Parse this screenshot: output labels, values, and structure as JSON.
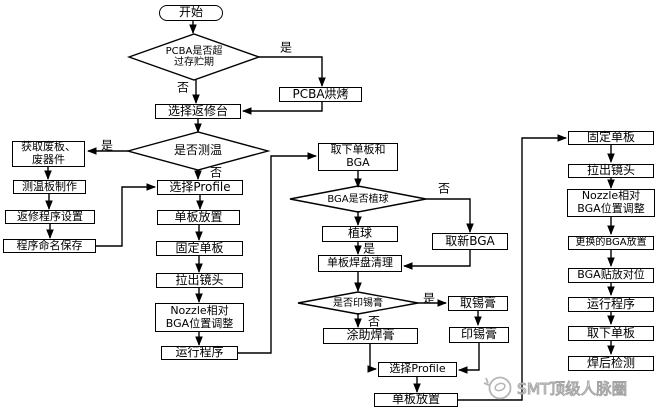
{
  "nodes": {
    "start": "开始",
    "d_storage": "PCBA是否超\n过存贮期",
    "bake": "PCBA烘烤",
    "sel_station": "选择返修台",
    "d_temp": "是否测温",
    "get_scrap": "获取废板、\n废器件",
    "make_temp_board": "测温板制作",
    "program_setting": "返修程序设置",
    "program_save": "程序命名保存",
    "sel_profile1": "选择Profile",
    "board_place1": "单板放置",
    "fix_board1": "固定单板",
    "pull_lens1": "拉出镜头",
    "nozzle_adjust1": "Nozzle相对\nBGA位置调整",
    "run_program1": "运行程序",
    "remove_board_bga": "取下单板和\nBGA",
    "d_balled": "BGA是否植球",
    "get_new_bga": "取新BGA",
    "ball_plant": "植球",
    "pad_clean": "单板焊盘清理",
    "d_paste": "是否印锡膏",
    "get_paste": "取锡膏",
    "print_paste": "印锡膏",
    "apply_flux": "涂助焊膏",
    "sel_profile2": "选择Profile",
    "board_place2": "单板放置",
    "fix_board2": "固定单板",
    "pull_lens2": "拉出镜头",
    "nozzle_adjust2": "Nozzle相对\nBGA位置调整",
    "bga_replace": "更换的BGA放置",
    "bga_align": "BGA贴放对位",
    "run_program2": "运行程序",
    "remove_board": "取下单板",
    "post_inspect": "焊后检测"
  },
  "edge_labels": {
    "storage_yes": "是",
    "storage_no": "否",
    "temp_yes": "是",
    "temp_no": "否",
    "balled_no": "否",
    "balled_yes": "是",
    "paste_yes": "是",
    "paste_no": "否"
  },
  "watermark": {
    "text": "SMT顶级人脉圈",
    "logo": "smt-circle-logo"
  },
  "colors": {
    "line": "#000000",
    "box_border": "#000000",
    "background": "#ffffff",
    "watermark": "#a4a4a4"
  }
}
